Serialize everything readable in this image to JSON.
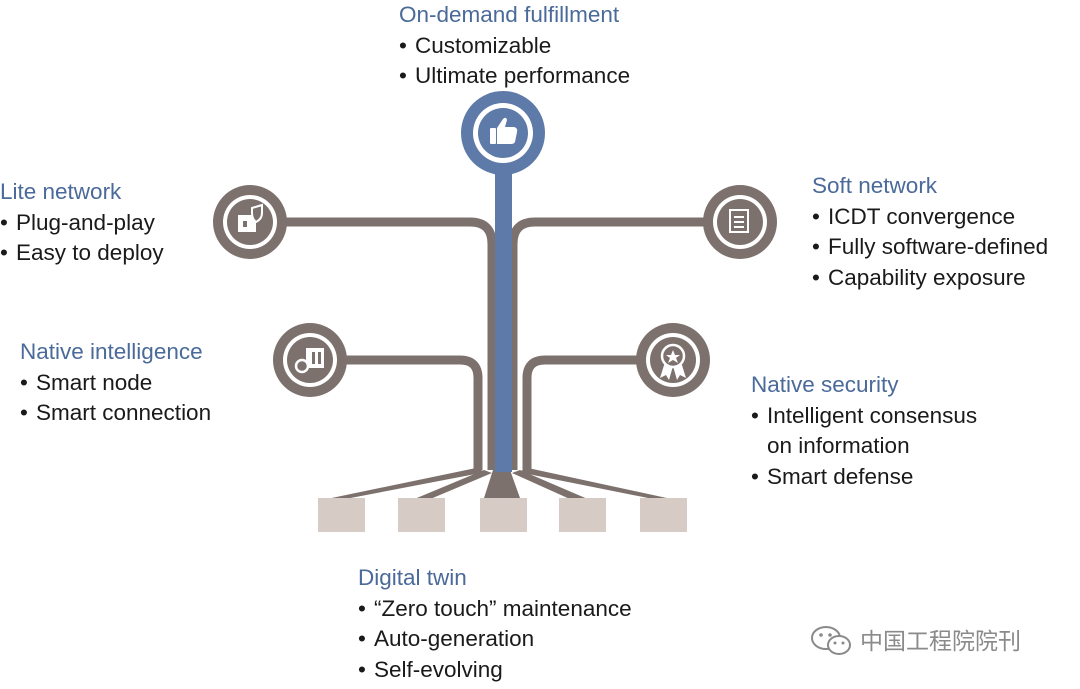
{
  "center": {
    "title": "On-demand fulfillment",
    "items": [
      "Customizable",
      "Ultimate performance"
    ],
    "icon": "hand-thumbs-up-icon"
  },
  "lite": {
    "title": "Lite network",
    "items": [
      "Plug-and-play",
      "Easy to deploy"
    ],
    "icon": "box-shield-icon"
  },
  "soft": {
    "title": "Soft network",
    "items": [
      "ICDT convergence",
      "Fully software-defined",
      "Capability exposure"
    ],
    "icon": "document-box-icon"
  },
  "intelligence": {
    "title": "Native intelligence",
    "items": [
      "Smart node",
      "Smart connection"
    ],
    "icon": "node-gear-icon"
  },
  "security": {
    "title": "Native security",
    "items": [
      "Intelligent consensus",
      "on information",
      "Smart defense"
    ],
    "icon": "badge-ribbon-icon"
  },
  "twin": {
    "title": "Digital twin",
    "items": [
      "“Zero touch” maintenance",
      "Auto-generation",
      "Self-evolving"
    ]
  },
  "watermark": {
    "text": "中国工程院院刊",
    "icon": "wechat-icon"
  },
  "colors": {
    "trunk": "#5d7aa8",
    "branch": "#7d716d",
    "root_block": "#d6cbc5",
    "title": "#4a6a9a",
    "text": "#1a1a1a"
  }
}
